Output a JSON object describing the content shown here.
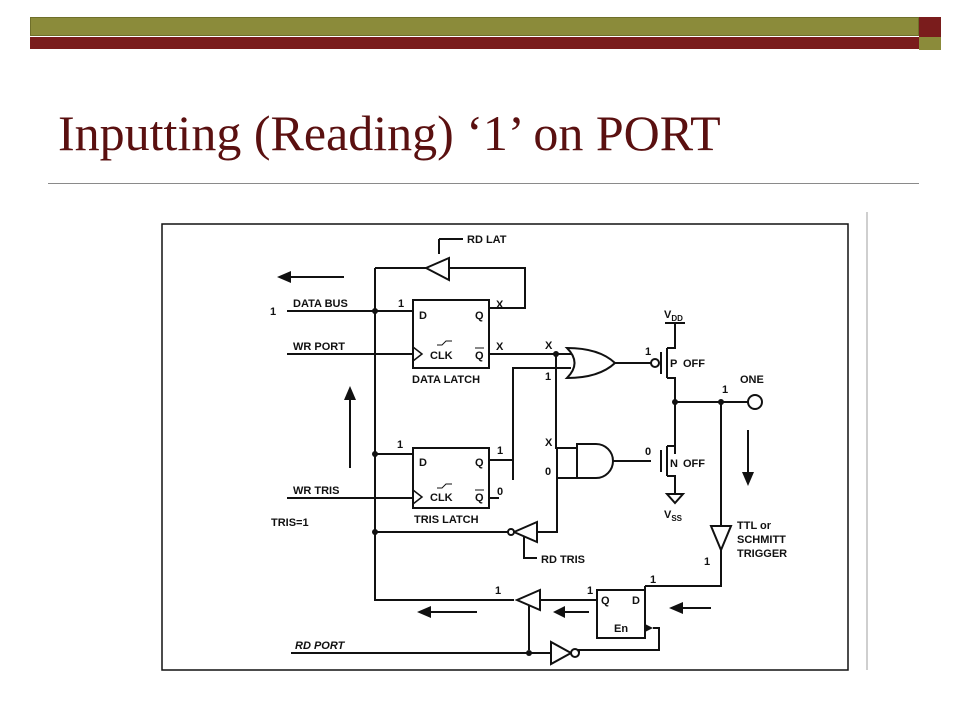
{
  "slide": {
    "title": "Inputting (Reading) ‘1’ on PORT"
  },
  "diagram": {
    "labels": {
      "rd_lat": "RD LAT",
      "data_bus": "DATA BUS",
      "wr_port": "WR PORT",
      "data_latch": "DATA LATCH",
      "wr_tris": "WR TRIS",
      "tris_eq": "TRIS=1",
      "tris_latch": "TRIS LATCH",
      "rd_tris": "RD TRIS",
      "rd_port": "RD PORT",
      "one": "ONE",
      "off_p": "OFF",
      "off_n": "OFF",
      "ttl1": "TTL or",
      "ttl2": "SCHMITT",
      "ttl3": "TRIGGER",
      "vdd": "V",
      "vdd_sub": "DD",
      "vss": "V",
      "vss_sub": "SS"
    },
    "pins": {
      "d": "D",
      "q": "Q",
      "qbar": "Q",
      "clk": "CLK",
      "en": "En",
      "p": "P",
      "n": "N"
    },
    "values": {
      "bus_one": "1",
      "data_d_in": "1",
      "data_q_x": "X",
      "data_qbar_x": "X",
      "or_in_x": "X",
      "or_in_1": "1",
      "p_gate": "1",
      "pad_one": "1",
      "tris_d_in": "1",
      "tris_q_1": "1",
      "and_in_x": "X",
      "and_in_0": "0",
      "n_gate": "0",
      "tris_qbar_0": "0",
      "ttl_out_1": "1",
      "latch_q_1": "1",
      "latch_d_1": "1",
      "buf_out_1": "1"
    }
  }
}
